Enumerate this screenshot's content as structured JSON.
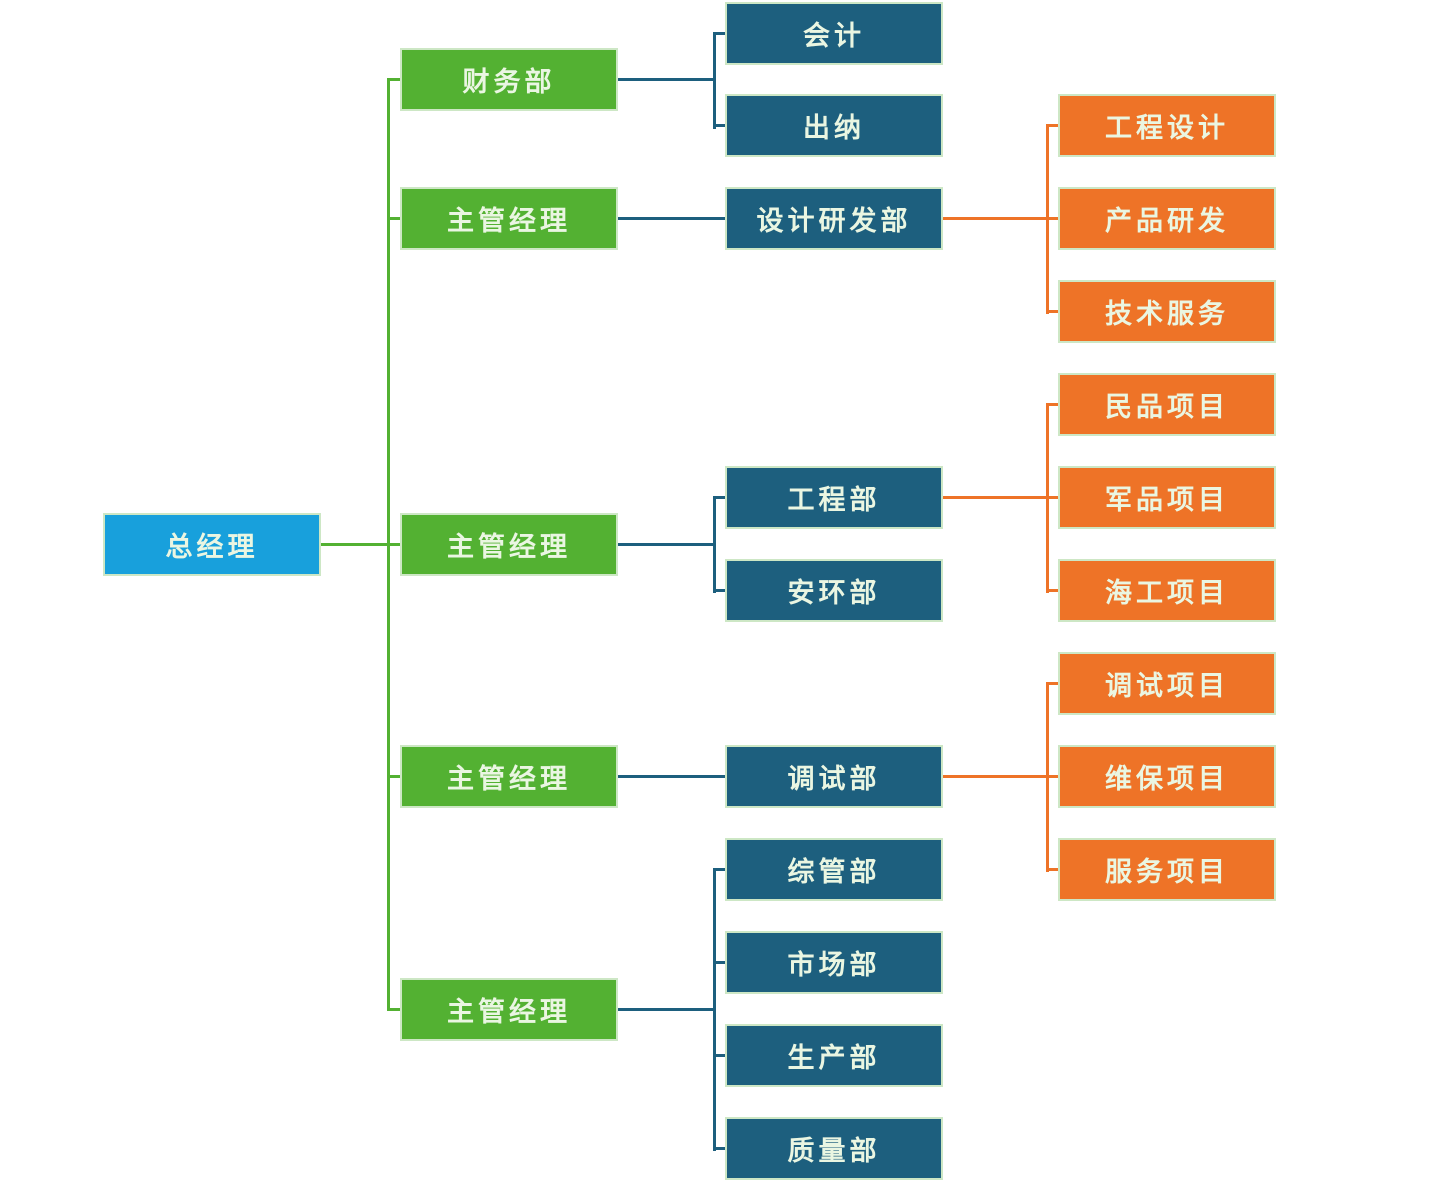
{
  "diagram": {
    "type": "org-chart",
    "colors": {
      "root_fill": "#18A0DC",
      "manager_fill": "#53B132",
      "department_fill": "#1D5F7E",
      "project_fill": "#EE7327",
      "box_border": "#CDE7C5",
      "box_text": "#EAF6E2",
      "connector_root_level": "#53B132",
      "connector_department_level": "#1D5F7E",
      "connector_project_level": "#EE7327",
      "background": "#FFFFFF"
    },
    "nodes": {
      "general_manager": {
        "label": "总经理"
      },
      "finance_dept": {
        "label": "财务部"
      },
      "manager_rd": {
        "label": "主管经理"
      },
      "manager_project": {
        "label": "主管经理"
      },
      "manager_commissioning": {
        "label": "主管经理"
      },
      "manager_operations": {
        "label": "主管经理"
      },
      "accounting": {
        "label": "会计"
      },
      "cashier": {
        "label": "出纳"
      },
      "design_rd_dept": {
        "label": "设计研发部"
      },
      "engineering_dept": {
        "label": "工程部"
      },
      "safety_env_dept": {
        "label": "安环部"
      },
      "commissioning_dept": {
        "label": "调试部"
      },
      "general_mgmt_dept": {
        "label": "综管部"
      },
      "marketing_dept": {
        "label": "市场部"
      },
      "production_dept": {
        "label": "生产部"
      },
      "quality_dept": {
        "label": "质量部"
      },
      "engineering_design": {
        "label": "工程设计"
      },
      "product_rd": {
        "label": "产品研发"
      },
      "technical_service": {
        "label": "技术服务"
      },
      "civilian_projects": {
        "label": "民品项目"
      },
      "military_projects": {
        "label": "军品项目"
      },
      "offshore_projects": {
        "label": "海工项目"
      },
      "commissioning_projects": {
        "label": "调试项目"
      },
      "maintenance_projects": {
        "label": "维保项目"
      },
      "service_projects": {
        "label": "服务项目"
      }
    },
    "edges": [
      {
        "from": "general_manager",
        "to": "finance_dept"
      },
      {
        "from": "general_manager",
        "to": "manager_rd"
      },
      {
        "from": "general_manager",
        "to": "manager_project"
      },
      {
        "from": "general_manager",
        "to": "manager_commissioning"
      },
      {
        "from": "general_manager",
        "to": "manager_operations"
      },
      {
        "from": "finance_dept",
        "to": "accounting"
      },
      {
        "from": "finance_dept",
        "to": "cashier"
      },
      {
        "from": "manager_rd",
        "to": "design_rd_dept"
      },
      {
        "from": "design_rd_dept",
        "to": "engineering_design"
      },
      {
        "from": "design_rd_dept",
        "to": "product_rd"
      },
      {
        "from": "design_rd_dept",
        "to": "technical_service"
      },
      {
        "from": "manager_project",
        "to": "engineering_dept"
      },
      {
        "from": "manager_project",
        "to": "safety_env_dept"
      },
      {
        "from": "engineering_dept",
        "to": "civilian_projects"
      },
      {
        "from": "engineering_dept",
        "to": "military_projects"
      },
      {
        "from": "engineering_dept",
        "to": "offshore_projects"
      },
      {
        "from": "manager_commissioning",
        "to": "commissioning_dept"
      },
      {
        "from": "commissioning_dept",
        "to": "commissioning_projects"
      },
      {
        "from": "commissioning_dept",
        "to": "maintenance_projects"
      },
      {
        "from": "commissioning_dept",
        "to": "service_projects"
      },
      {
        "from": "manager_operations",
        "to": "general_mgmt_dept"
      },
      {
        "from": "manager_operations",
        "to": "marketing_dept"
      },
      {
        "from": "manager_operations",
        "to": "production_dept"
      },
      {
        "from": "manager_operations",
        "to": "quality_dept"
      }
    ]
  }
}
